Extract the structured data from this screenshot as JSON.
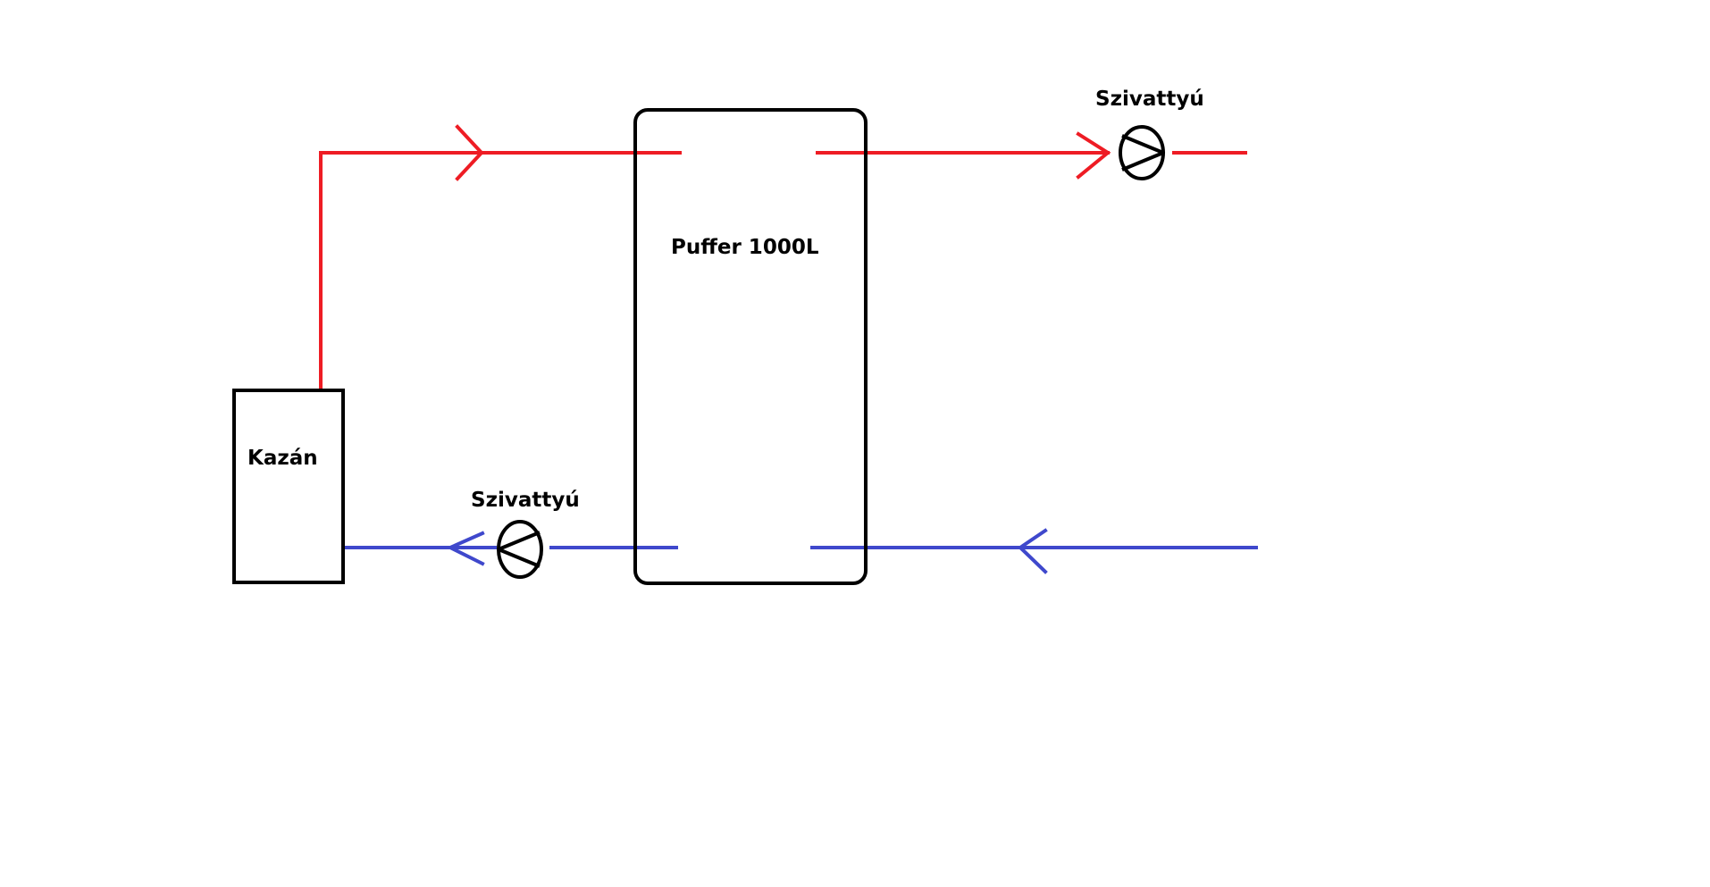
{
  "labels": {
    "boiler": "Kazán",
    "buffer": "Puffer 1000L",
    "pump_top": "Szivattyú",
    "pump_bottom": "Szivattyú"
  },
  "colors": {
    "supply_line": "#ee1c24",
    "return_line": "#3f48cc",
    "outline": "#000000",
    "background": "#ffffff"
  },
  "icons": {
    "pump": "pump-icon",
    "flow_arrow": "flow-arrow-icon"
  }
}
